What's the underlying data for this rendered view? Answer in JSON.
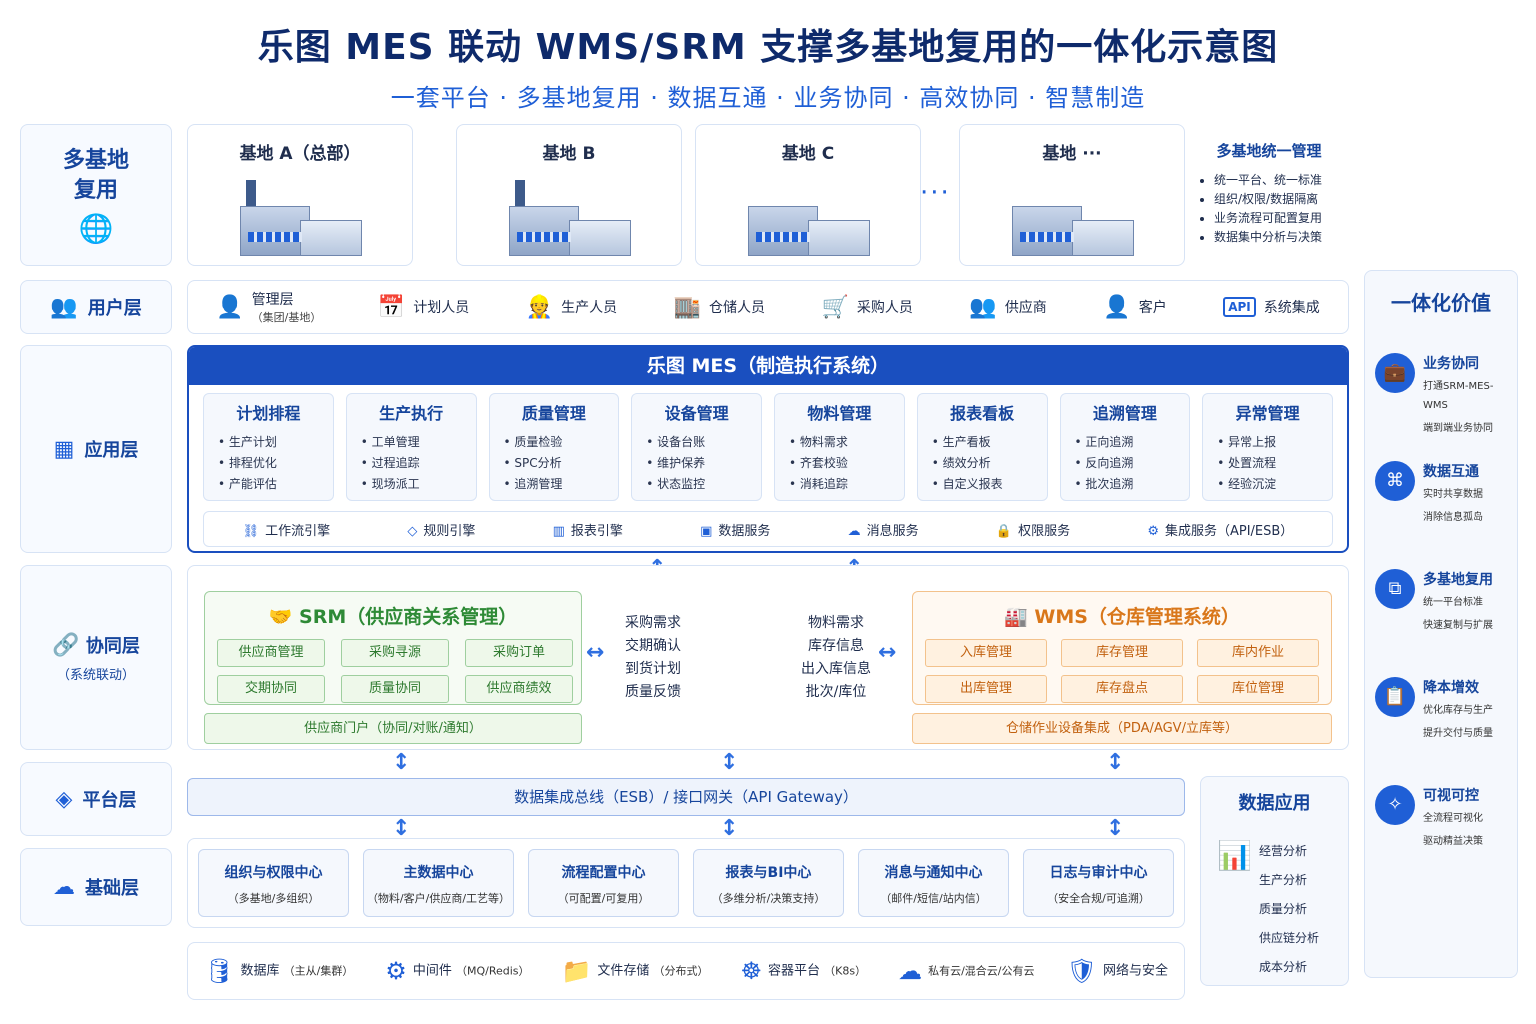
{
  "title": "乐图 MES 联动 WMS/SRM 支撑多基地复用的一体化示意图",
  "subtitle": "一套平台 · 多基地复用 · 数据互通 · 业务协同 · 高效协同 · 智慧制造",
  "side": {
    "multi_base": "多基地\n复用",
    "user": "用户层",
    "app": "应用层",
    "collab": "协同层",
    "collab_sub": "（系统联动）",
    "platform": "平台层",
    "infra": "基础层"
  },
  "bases": [
    "基地 A（总部）",
    "基地 B",
    "基地 C",
    "基地 ···"
  ],
  "dots": "···",
  "multi_mgmt": {
    "title": "多基地统一管理",
    "items": [
      "统一平台、统一标准",
      "组织/权限/数据隔离",
      "业务流程可配置复用",
      "数据集中分析与决策"
    ]
  },
  "users": [
    {
      "label": "管理层",
      "sub": "（集团/基地）",
      "icon": "person-icon"
    },
    {
      "label": "计划人员",
      "sub": "",
      "icon": "calendar-icon"
    },
    {
      "label": "生产人员",
      "sub": "",
      "icon": "worker-icon"
    },
    {
      "label": "仓储人员",
      "sub": "",
      "icon": "warehouse-icon"
    },
    {
      "label": "采购人员",
      "sub": "",
      "icon": "cart-icon"
    },
    {
      "label": "供应商",
      "sub": "",
      "icon": "group-icon"
    },
    {
      "label": "客户",
      "sub": "",
      "icon": "person-icon"
    },
    {
      "label": "系统集成",
      "sub": "",
      "icon": "api-icon"
    }
  ],
  "mes": {
    "title": "乐图 MES（制造执行系统）",
    "modules": [
      {
        "title": "计划排程",
        "items": [
          "生产计划",
          "排程优化",
          "产能评估"
        ]
      },
      {
        "title": "生产执行",
        "items": [
          "工单管理",
          "过程追踪",
          "现场派工"
        ]
      },
      {
        "title": "质量管理",
        "items": [
          "质量检验",
          "SPC分析",
          "追溯管理"
        ]
      },
      {
        "title": "设备管理",
        "items": [
          "设备台账",
          "维护保养",
          "状态监控"
        ]
      },
      {
        "title": "物料管理",
        "items": [
          "物料需求",
          "齐套校验",
          "消耗追踪"
        ]
      },
      {
        "title": "报表看板",
        "items": [
          "生产看板",
          "绩效分析",
          "自定义报表"
        ]
      },
      {
        "title": "追溯管理",
        "items": [
          "正向追溯",
          "反向追溯",
          "批次追溯"
        ]
      },
      {
        "title": "异常管理",
        "items": [
          "异常上报",
          "处置流程",
          "经验沉淀"
        ]
      }
    ],
    "engines": [
      "工作流引擎",
      "规则引擎",
      "报表引擎",
      "数据服务",
      "消息服务",
      "权限服务",
      "集成服务（API/ESB）"
    ]
  },
  "srm": {
    "title": "SRM（供应商关系管理）",
    "cells": [
      "供应商管理",
      "采购寻源",
      "采购订单",
      "交期协同",
      "质量协同",
      "供应商绩效"
    ],
    "portal": "供应商门户（协同/对账/通知）"
  },
  "wms": {
    "title": "WMS（仓库管理系统）",
    "cells": [
      "入库管理",
      "库存管理",
      "库内作业",
      "出库管理",
      "库存盘点",
      "库位管理"
    ],
    "portal": "仓储作业设备集成（PDA/AGV/立库等）"
  },
  "flow_left": [
    "采购需求",
    "交期确认",
    "到货计划",
    "质量反馈"
  ],
  "flow_right": [
    "物料需求",
    "库存信息",
    "出入库信息",
    "批次/库位"
  ],
  "bus": "数据集成总线（ESB）/ 接口网关（API Gateway）",
  "centers": [
    {
      "title": "组织与权限中心",
      "sub": "（多基地/多组织）"
    },
    {
      "title": "主数据中心",
      "sub": "（物料/客户/供应商/工艺等）"
    },
    {
      "title": "流程配置中心",
      "sub": "（可配置/可复用）"
    },
    {
      "title": "报表与BI中心",
      "sub": "（多维分析/决策支持）"
    },
    {
      "title": "消息与通知中心",
      "sub": "（邮件/短信/站内信）"
    },
    {
      "title": "日志与审计中心",
      "sub": "（安全合规/可追溯）"
    }
  ],
  "infra": [
    {
      "label": "数据库",
      "small": "（主从/集群）",
      "icon": "database-icon"
    },
    {
      "label": "中间件",
      "small": "（MQ/Redis）",
      "icon": "nodes-icon"
    },
    {
      "label": "文件存储",
      "small": "（分布式）",
      "icon": "folder-icon"
    },
    {
      "label": "容器平台",
      "small": "（K8s）",
      "icon": "helm-icon"
    },
    {
      "label": "",
      "small": "私有云/混合云/公有云",
      "icon": "cloud-icon"
    },
    {
      "label": "网络与安全",
      "small": "",
      "icon": "shield-icon"
    }
  ],
  "data_app": {
    "title": "数据应用",
    "items": [
      "经营分析",
      "生产分析",
      "质量分析",
      "供应链分析",
      "成本分析"
    ]
  },
  "value": {
    "title": "一体化价值",
    "items": [
      {
        "title": "业务协同",
        "lines": [
          "打通SRM-MES-WMS",
          "端到端业务协同"
        ],
        "icon": "briefcase-icon"
      },
      {
        "title": "数据互通",
        "lines": [
          "实时共享数据",
          "消除信息孤岛"
        ],
        "icon": "network-icon"
      },
      {
        "title": "多基地复用",
        "lines": [
          "统一平台标准",
          "快速复制与扩展"
        ],
        "icon": "copy-icon"
      },
      {
        "title": "降本增效",
        "lines": [
          "优化库存与生产",
          "提升交付与质量"
        ],
        "icon": "report-icon"
      },
      {
        "title": "可视可控",
        "lines": [
          "全流程可视化",
          "驱动精益决策"
        ],
        "icon": "compass-icon"
      }
    ]
  }
}
